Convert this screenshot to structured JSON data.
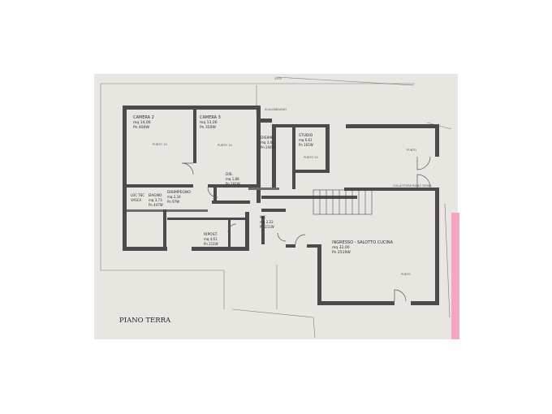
{
  "plan_title": "PIANO TERRA",
  "rooms": [
    {
      "name": "CAMERA 2",
      "area": "mq 14,00",
      "power": "Pn 400W",
      "floor": "PUNTO 10"
    },
    {
      "name": "CAMERA 3",
      "area": "mq 13,00",
      "power": "Pn 350W",
      "floor": "PUNTO 10"
    },
    {
      "name": "DISIMP.",
      "area": "mq 3,40",
      "power": "Pn 244W"
    },
    {
      "name": "STUDIO",
      "area": "mq 6,61",
      "power": "Pn 161W",
      "floor": "PUNTO 10"
    },
    {
      "name": "DIS.",
      "area": "mq 1,88",
      "power": "Pn 101W"
    },
    {
      "name": "DISIMPEGNO",
      "area": "mq 2,34",
      "power": "Pn 97W"
    },
    {
      "name": "BAGNO",
      "area": "mq 3,73",
      "power": "Pn 447W"
    },
    {
      "name": "RIPOST.",
      "area": "mq 4,61",
      "power": "Pn 211W"
    },
    {
      "name": "WC",
      "area": "mq 2,22",
      "power": "Pn 211W"
    },
    {
      "name": "INGRESSO - SALOTTO CUCINA",
      "area": "mq 32,00",
      "power": "Pn 2519W"
    }
  ],
  "labels": {
    "loc_tec": "LOC TEC",
    "vasca": "VASCA",
    "scaldabagno": "SCALDABAGNO",
    "collettore": "COLLETTORE PIANO TERRA",
    "dimensione": "2570",
    "punto": "PUNTO"
  }
}
